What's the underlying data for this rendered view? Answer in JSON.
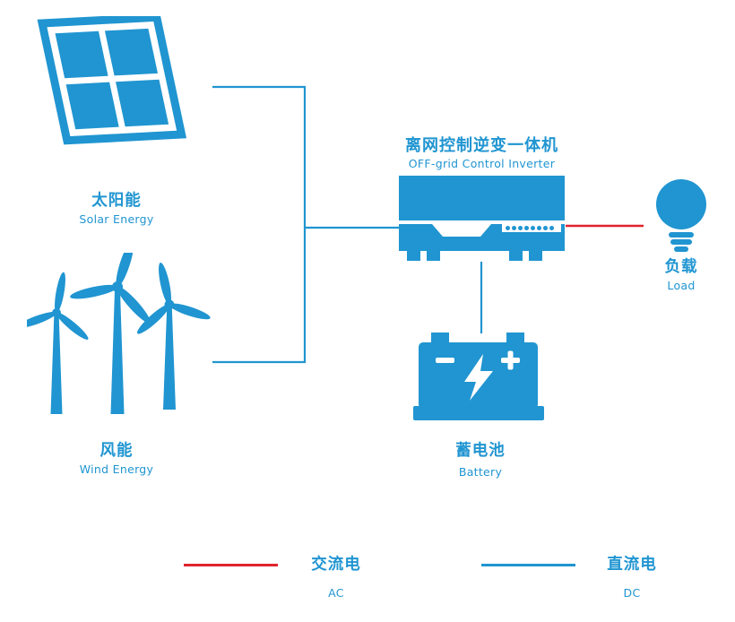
{
  "colors": {
    "primary": "#2095d1",
    "ac_red": "#e0232d",
    "background": "#ffffff"
  },
  "nodes": {
    "solar": {
      "label_zh": "太阳能",
      "label_en": "Solar Energy"
    },
    "wind": {
      "label_zh": "风能",
      "label_en": "Wind Energy"
    },
    "inverter": {
      "label_zh": "离网控制逆变一体机",
      "label_en": "OFF-grid Control Inverter"
    },
    "battery": {
      "label_zh": "蓄电池",
      "label_en": "Battery"
    },
    "load": {
      "label_zh": "负载",
      "label_en": "Load"
    }
  },
  "legend": {
    "ac": {
      "label_zh": "交流电",
      "label_en": "AC"
    },
    "dc": {
      "label_zh": "直流电",
      "label_en": "DC"
    }
  }
}
